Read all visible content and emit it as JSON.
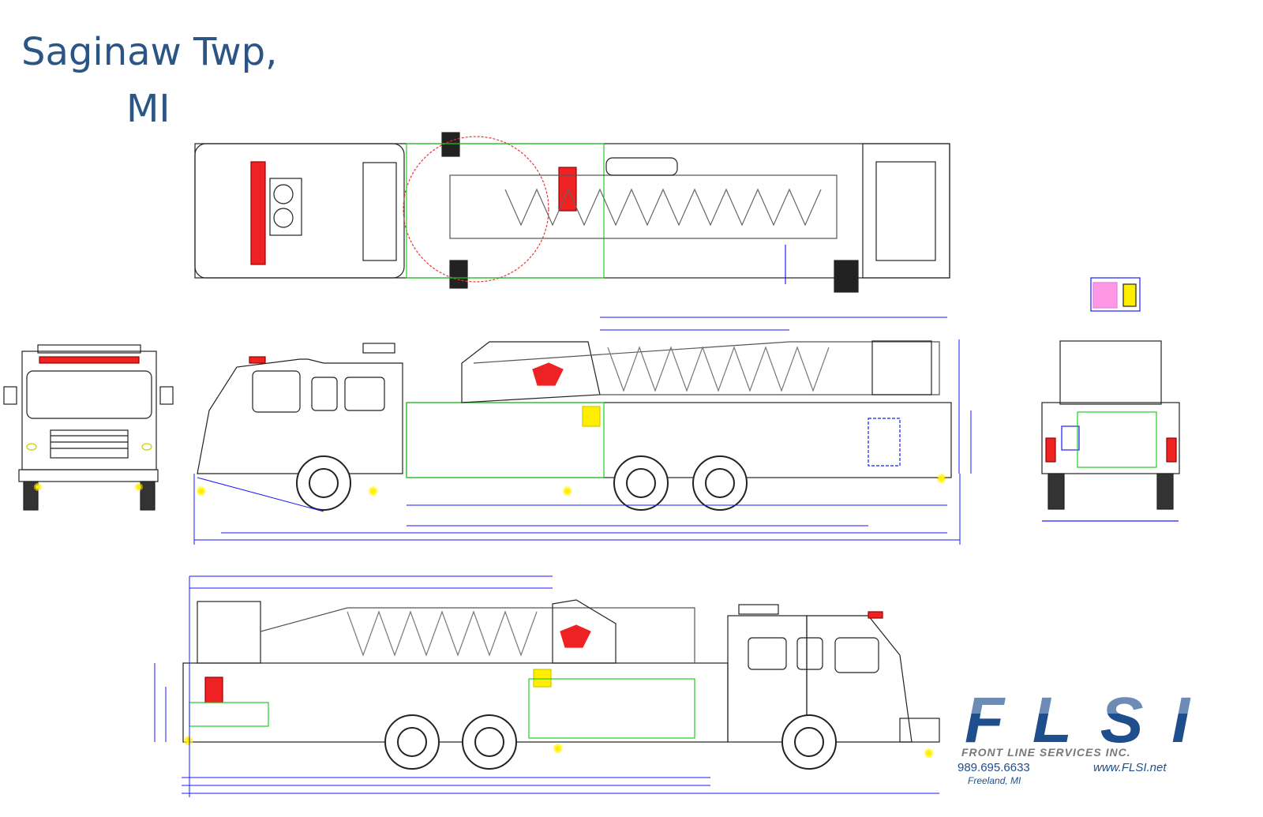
{
  "title": {
    "line1": "Saginaw Twp,",
    "line2": "MI"
  },
  "logo": {
    "brand": "FLSI",
    "company": "FRONT LINE SERVICES INC.",
    "phone": "989.695.6633",
    "website": "www.FLSI.net",
    "location": "Freeland, MI"
  },
  "colors": {
    "title": "#2b5585",
    "logo_blue": "#1f4e8c",
    "logo_gray": "#777777",
    "dimension": "#1a1aff",
    "green": "#22cc22",
    "red": "#ee2222",
    "yellow": "#ffee00"
  }
}
